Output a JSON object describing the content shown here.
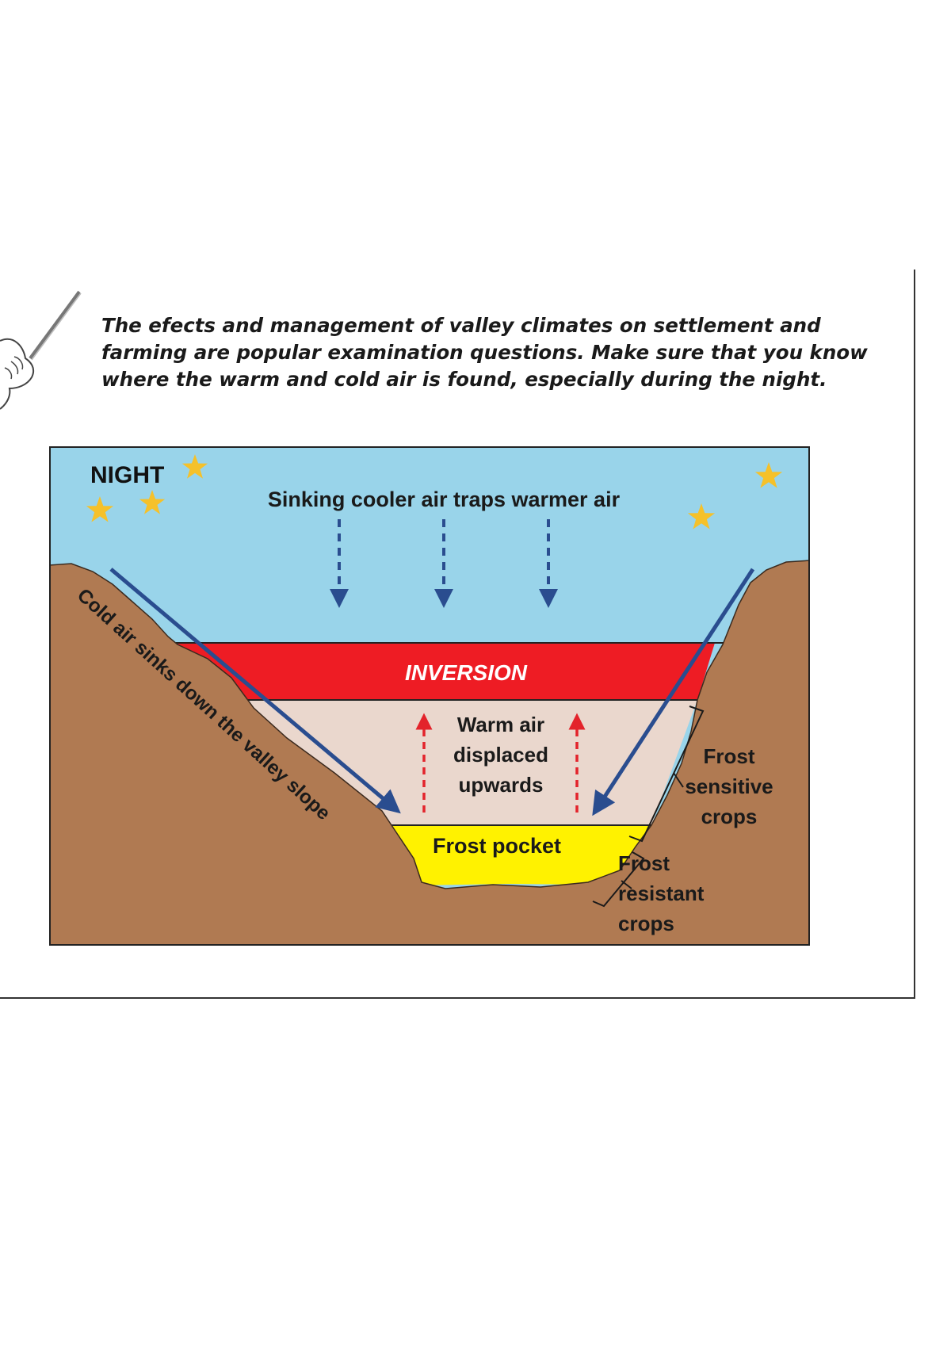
{
  "intro_text": "The efects and management of valley climates on settlement and farming are popular examination questions. Make sure that you know where the warm and cold air is found, especially during the night.",
  "diagram": {
    "night_label": "NIGHT",
    "sinking_air_label": "Sinking cooler air traps warmer air",
    "inversion_label": "INVERSION",
    "warm_air_label": [
      "Warm air",
      "displaced",
      "upwards"
    ],
    "frost_pocket_label": "Frost pocket",
    "cold_air_label": "Cold air sinks down the valley slope",
    "frost_sensitive_label": [
      "Frost",
      "sensitive",
      "crops"
    ],
    "frost_resistant_label": [
      "Frost",
      "resistant",
      "crops"
    ]
  },
  "colors": {
    "sky": "#99d4ea",
    "ground": "#b07a52",
    "inversion": "#ee1c24",
    "warm_air": "#ead7cd",
    "frost_pocket": "#fff200",
    "cold_arrow": "#2a4d8f",
    "warm_arrow": "#e3232b",
    "star": "#f5c12a"
  },
  "icons": [
    "moon-icon",
    "star-icon",
    "pointing-hand-icon"
  ]
}
